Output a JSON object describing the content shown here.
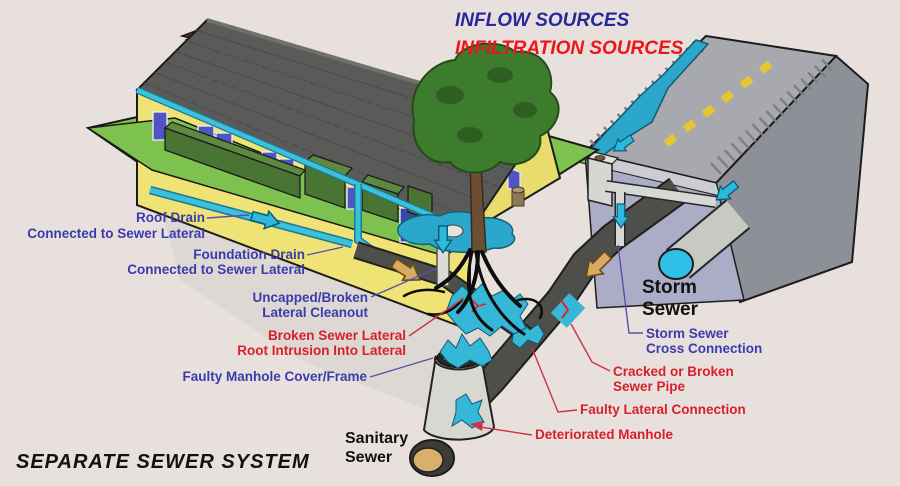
{
  "titles": {
    "inflow": "INFLOW SOURCES",
    "infiltration": "INFILTRATION SOURCES"
  },
  "system_title": "SEPARATE SEWER SYSTEM",
  "callouts": {
    "roof_drain": {
      "line1": "Roof Drain",
      "line2": "Connected to Sewer Lateral",
      "category": "inflow"
    },
    "foundation_drain": {
      "line1": "Foundation Drain",
      "line2": "Connected to Sewer Lateral",
      "category": "inflow"
    },
    "lateral_cleanout": {
      "line1": "Uncapped/Broken",
      "line2": "Lateral Cleanout",
      "category": "inflow"
    },
    "broken_lateral": {
      "line1": "Broken Sewer Lateral",
      "line2": "Root Intrusion Into Lateral",
      "category": "infiltration"
    },
    "manhole_cover": {
      "line1": "Faulty Manhole Cover/Frame",
      "category": "inflow"
    },
    "cross_connection": {
      "line1": "Storm Sewer",
      "line2": "Cross Connection",
      "category": "inflow"
    },
    "cracked_pipe": {
      "line1": "Cracked or Broken",
      "line2": "Sewer Pipe",
      "category": "infiltration"
    },
    "faulty_lateral": {
      "line1": "Faulty Lateral Connection",
      "category": "infiltration"
    },
    "deteriorated_manhole": {
      "line1": "Deteriorated Manhole",
      "category": "infiltration"
    },
    "storm_sewer": {
      "line1": "Storm",
      "line2": "Sewer",
      "category": "plain"
    },
    "sanitary_sewer": {
      "line1": "Sanitary",
      "line2": "Sewer",
      "category": "plain"
    }
  },
  "colors": {
    "background": "#e8e0dc",
    "inflow_label": "#3b3bad",
    "infiltration_label": "#d8202a",
    "title_inflow": "#28289c",
    "title_infiltration": "#ee1418",
    "plain_label": "#111111",
    "water": "#2aa7cb",
    "inflow_arrow": "#2cb9dd",
    "sewage_arrow": "#d8ab64",
    "lawn": "#7dc24e",
    "house_wall": "#f0e375",
    "roof": "#5a5a58",
    "sanitary_pipe": "#4e4e4a",
    "storm_pipe": "#c9c9c4",
    "road": "#a7a9ae"
  }
}
